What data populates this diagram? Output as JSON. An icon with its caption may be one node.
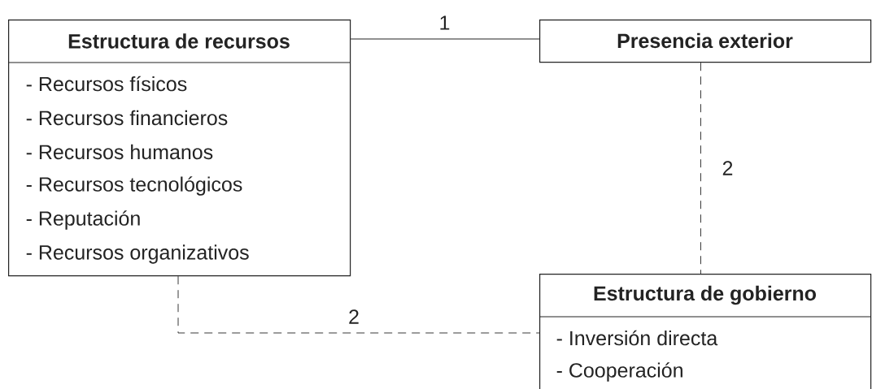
{
  "diagram": {
    "nodes": [
      {
        "text": [
          "Estructura de recursos",
          "- Recursos físicos",
          "- Recursos financieros",
          "- Recursos humanos",
          "- Recursos tecnológicos",
          "- Reputación",
          "- Recursos organizativos"
        ]
      },
      {
        "text": [
          "Presencia exterior"
        ]
      },
      {
        "text": [
          "Estructura de gobierno",
          "- Inversión directa",
          "- Cooperación"
        ]
      }
    ],
    "edges": [
      {
        "from": 0,
        "to": 1,
        "arrow": "none",
        "label": "1"
      },
      {
        "from": 1,
        "to": 2,
        "arrow": "none",
        "label": "2",
        "style": "dashed"
      },
      {
        "from": 0,
        "to": 2,
        "arrow": "none",
        "label": "2",
        "style": "dashed"
      }
    ]
  }
}
